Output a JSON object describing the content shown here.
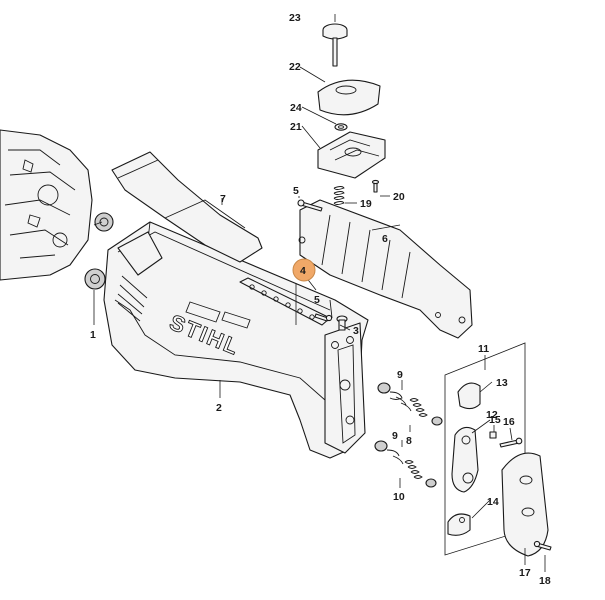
{
  "brand_text": "STIHL",
  "highlight_color": "#f0a868",
  "callouts": [
    {
      "id": "1",
      "label": "1"
    },
    {
      "id": "2",
      "label": "2"
    },
    {
      "id": "3",
      "label": "3"
    },
    {
      "id": "4",
      "label": "4"
    },
    {
      "id": "5a",
      "label": "5"
    },
    {
      "id": "5b",
      "label": "5"
    },
    {
      "id": "6",
      "label": "6"
    },
    {
      "id": "7",
      "label": "7"
    },
    {
      "id": "8",
      "label": "8"
    },
    {
      "id": "9a",
      "label": "9"
    },
    {
      "id": "9b",
      "label": "9"
    },
    {
      "id": "10",
      "label": "10"
    },
    {
      "id": "11",
      "label": "11"
    },
    {
      "id": "12",
      "label": "12"
    },
    {
      "id": "13",
      "label": "13"
    },
    {
      "id": "14",
      "label": "14"
    },
    {
      "id": "15",
      "label": "15"
    },
    {
      "id": "16",
      "label": "16"
    },
    {
      "id": "17",
      "label": "17"
    },
    {
      "id": "18",
      "label": "18"
    },
    {
      "id": "19",
      "label": "19"
    },
    {
      "id": "20",
      "label": "20"
    },
    {
      "id": "21",
      "label": "21"
    },
    {
      "id": "22",
      "label": "22"
    },
    {
      "id": "23",
      "label": "23"
    },
    {
      "id": "24",
      "label": "24"
    }
  ]
}
